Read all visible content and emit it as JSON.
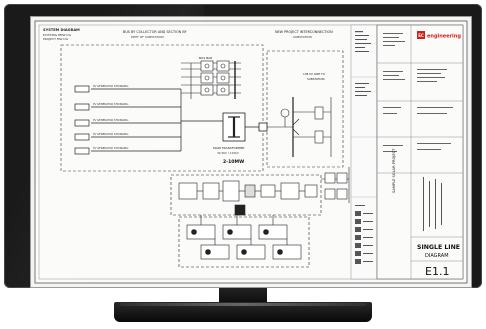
{
  "drawing": {
    "legend_title": "SYSTEM DIAGRAM",
    "legend_lines": [
      "EXISTING 8MW DG",
      "PROJECT MW DG"
    ],
    "left_region_label": "BUS BY COLLECTOR AND SECTION BY",
    "left_region_sub": "DEPT OF SUBSTATION",
    "right_region_label": "NEW PROJECT INTERCONNECTION",
    "right_region_sub": "SUBSTATION",
    "feeders": [
      "PV GENERATOR STRINGING",
      "PV GENERATOR STRINGING",
      "PV GENERATOR STRINGING",
      "PV GENERATOR STRINGING",
      "PV GENERATOR STRINGING"
    ],
    "transformer_label": "MAIN TRANSFORMER",
    "transformer_sub": "34.5KV / 115KV",
    "transformer_rating": "2-10MW",
    "busbar_label": "BUS BAR",
    "line_label": "138 KV LINE TO",
    "line_sub": "SUBSTATION"
  },
  "title_block": {
    "company": "engineering",
    "company_mark": "EC",
    "project": "SAMPLE SOLAR PROJECT",
    "drawing_title_line1": "SINGLE LINE",
    "drawing_title_line2": "DIAGRAM",
    "sheet_number": "E1.1"
  },
  "colors": {
    "bezel": "#1a1a1a",
    "paper": "#f4f4f2",
    "ink": "#222222",
    "brand": "#d0201b"
  }
}
